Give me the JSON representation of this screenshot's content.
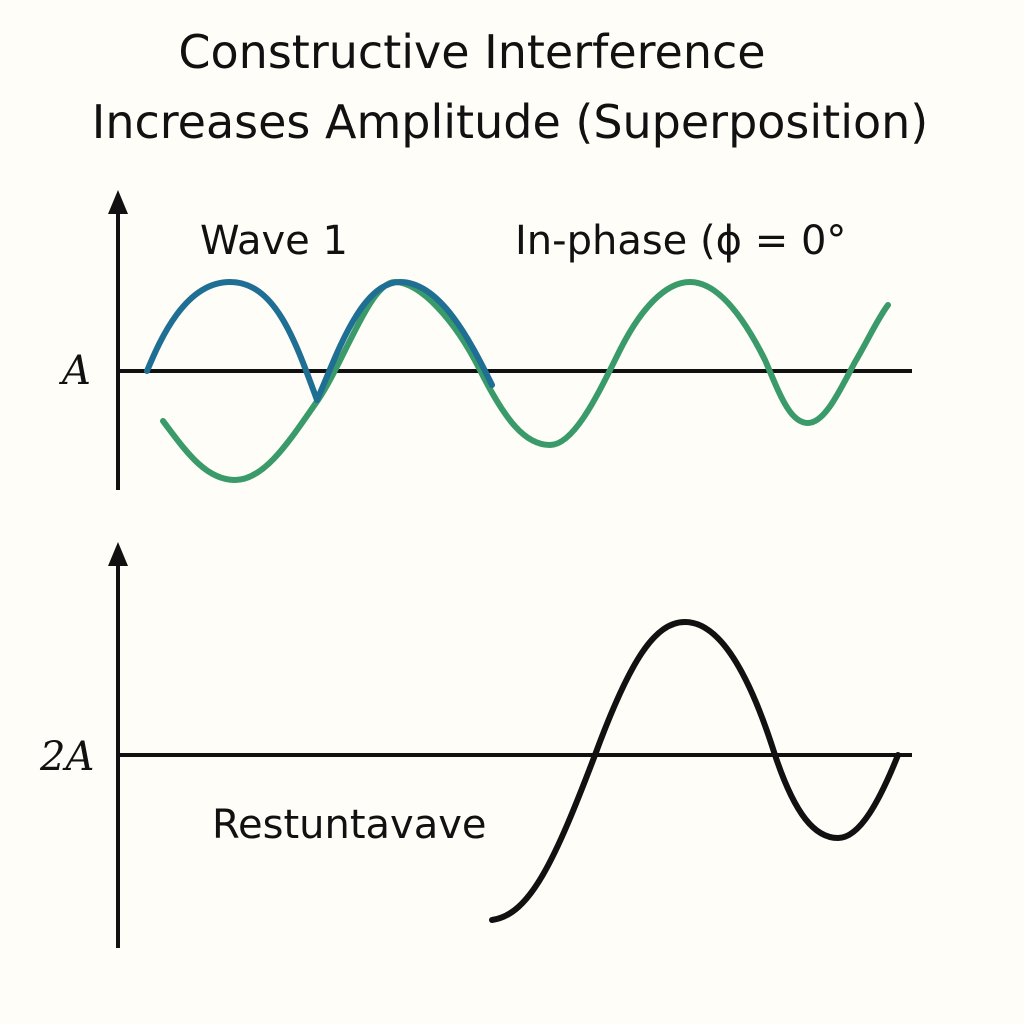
{
  "title": {
    "line1": "Constructive Interference",
    "line2": "Increases Amplitude (Superposition)"
  },
  "top_panel": {
    "wave_label": "Wave 1",
    "phase_label": "In-phase (ɸ = 0°",
    "axis_mark": "A"
  },
  "bottom_panel": {
    "axis_mark": "2A",
    "result_label": "Restuntavave"
  },
  "colors": {
    "wave_1": "#1f6f94",
    "wave_2": "#3a9a6a",
    "resultant": "#111111",
    "axes": "#111111",
    "background": "#fefdf8"
  }
}
